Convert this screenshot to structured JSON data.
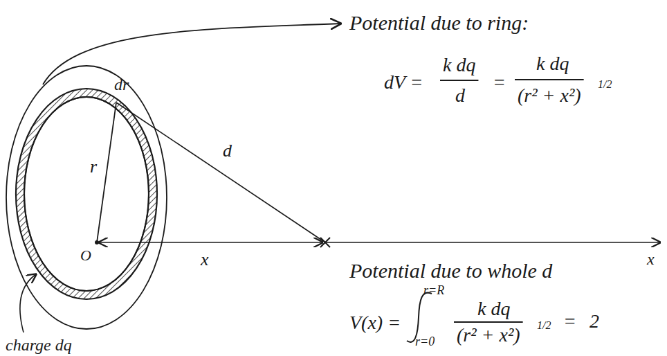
{
  "diagram": {
    "labels": [
      "Potential due to ring:",
      "dV =",
      "k dq",
      "d",
      "=",
      "k dq",
      "(r² + x²)",
      "1/2",
      "dr",
      "r",
      "d",
      "O",
      "x",
      "x",
      "charge dq",
      "Potential due to whole d",
      "V(x) =",
      "r=R",
      "r=0",
      "k dq",
      "(r² + x²)",
      "1/2",
      "=",
      "2"
    ]
  }
}
